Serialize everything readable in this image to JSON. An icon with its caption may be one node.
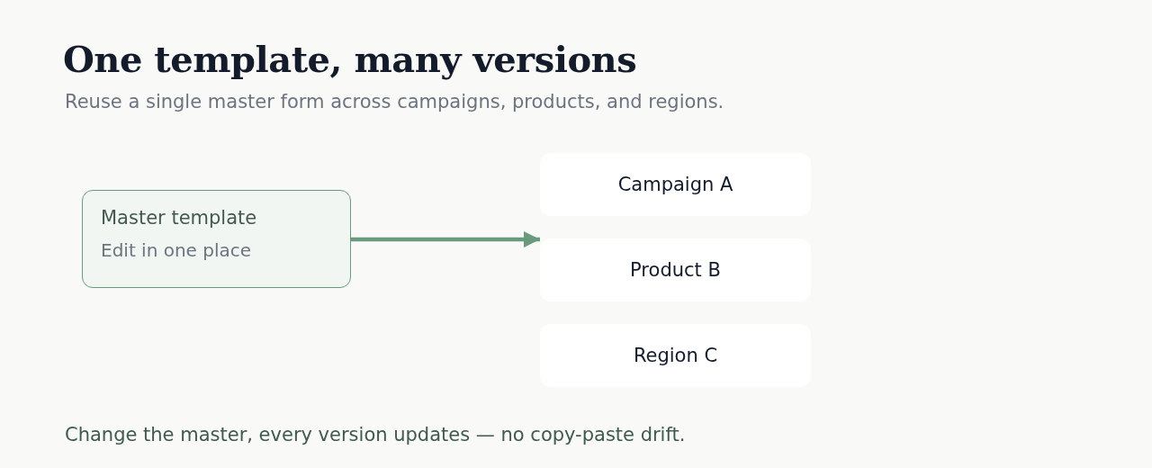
{
  "diagram": {
    "title": "One template, many versions",
    "caption": "Change the master, every version updates — no copy-paste drift.",
    "labels": [
      "Reuse a single master form across campaigns, products, and regions."
    ],
    "nodes": [
      {
        "text": [
          "Master template",
          "Edit in one place"
        ]
      },
      {
        "text": [
          "Campaign A"
        ]
      },
      {
        "text": [
          "Product B"
        ]
      },
      {
        "text": [
          "Region C"
        ]
      }
    ],
    "edges": [
      {
        "from": 0,
        "to": 2,
        "arrow": "to"
      }
    ]
  }
}
